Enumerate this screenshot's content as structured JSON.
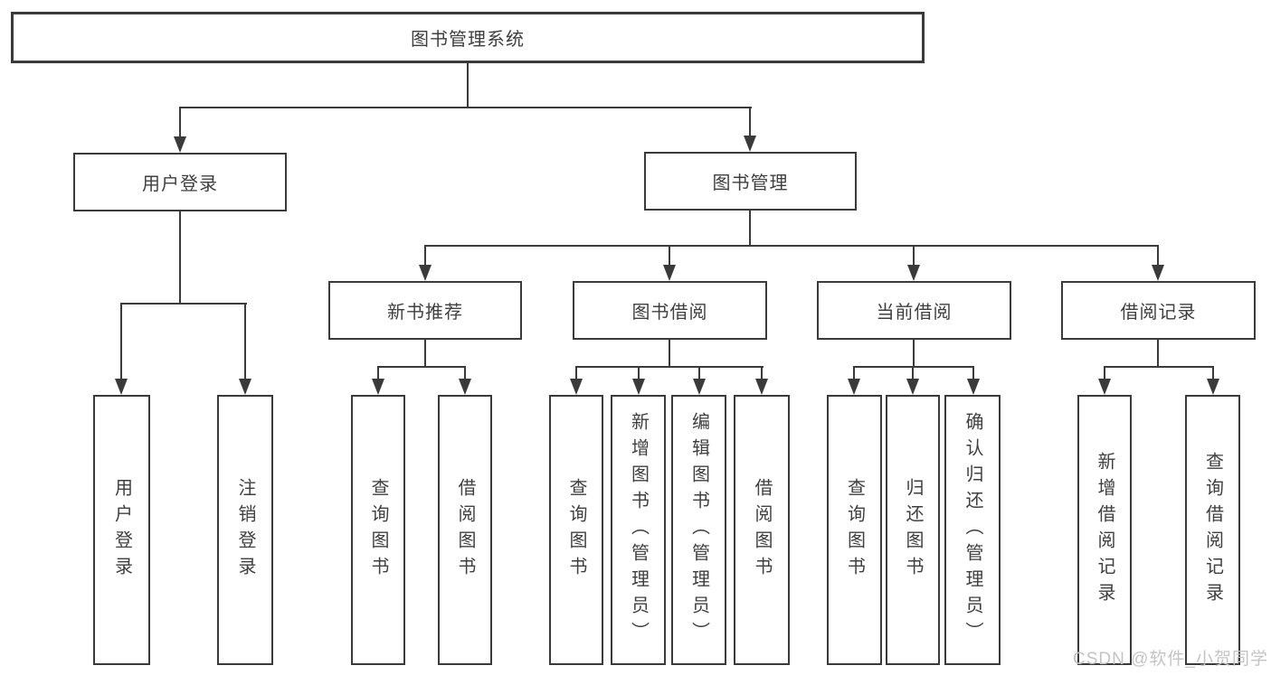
{
  "colors": {
    "line": "#3a3a3a",
    "text": "#3f3f3f",
    "background": "#ffffff",
    "watermark": "#c4c4c4"
  },
  "watermark": {
    "text": "CSDN @软件_小贺同学"
  },
  "tree": {
    "label": "图书管理系统",
    "children": [
      {
        "label": "用户登录",
        "children": [
          {
            "label": "用户登录"
          },
          {
            "label": "注销登录"
          }
        ]
      },
      {
        "label": "图书管理",
        "children": [
          {
            "label": "新书推荐",
            "children": [
              {
                "label": "查询图书"
              },
              {
                "label": "借阅图书"
              }
            ]
          },
          {
            "label": "图书借阅",
            "children": [
              {
                "label": "查询图书"
              },
              {
                "label": "新增图书（管理员）"
              },
              {
                "label": "编辑图书（管理员）"
              },
              {
                "label": "借阅图书"
              }
            ]
          },
          {
            "label": "当前借阅",
            "children": [
              {
                "label": "查询图书"
              },
              {
                "label": "归还图书"
              },
              {
                "label": "确认归还（管理员）"
              }
            ]
          },
          {
            "label": "借阅记录",
            "children": [
              {
                "label": "新增借阅记录"
              },
              {
                "label": "查询借阅记录"
              }
            ]
          }
        ]
      }
    ]
  }
}
